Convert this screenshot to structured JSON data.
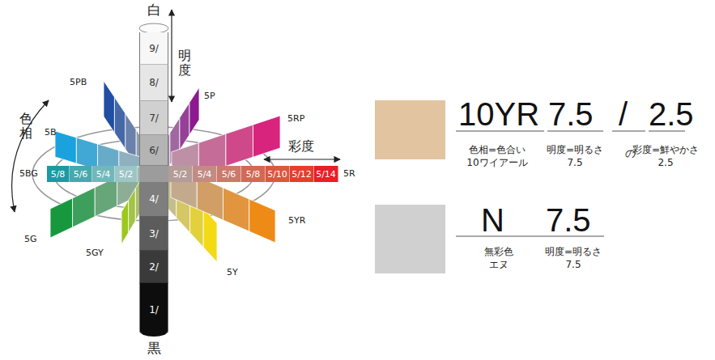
{
  "diagram": {
    "nodes": [
      {
        "text": [
          "9/"
        ]
      },
      {
        "text": [
          "8/"
        ]
      },
      {
        "text": [
          "7/"
        ]
      },
      {
        "text": [
          "6/"
        ]
      },
      {
        "text": [
          "5/8"
        ]
      },
      {
        "text": [
          "5/6"
        ]
      },
      {
        "text": [
          "5/4"
        ]
      },
      {
        "text": [
          "5/2"
        ]
      },
      {
        "text": [
          "5/2"
        ]
      },
      {
        "text": [
          "5/4"
        ]
      },
      {
        "text": [
          "5/6"
        ]
      },
      {
        "text": [
          "5/8"
        ]
      },
      {
        "text": [
          "5/10"
        ]
      },
      {
        "text": [
          "5/12"
        ]
      },
      {
        "text": [
          "5/14"
        ]
      },
      {
        "text": [
          "4/"
        ]
      },
      {
        "text": [
          "3/"
        ]
      },
      {
        "text": [
          "2/"
        ]
      },
      {
        "text": [
          "1/"
        ]
      }
    ],
    "labels": [
      "白",
      "明度",
      "5PB",
      "5P",
      "5RP",
      "色相",
      "彩度",
      "5B",
      "5BG",
      "5R",
      "5G",
      "5GY",
      "5Y",
      "5YR",
      "黒",
      "10YR",
      "7.5",
      "/",
      "2.5",
      "色相=色合い 10ワイアール",
      "明度=明るさ 7.5",
      "の",
      "彩度=鮮やかさ 2.5",
      "N",
      "7.5",
      "無彩色 エヌ",
      "明度=明るさ 7.5"
    ]
  }
}
